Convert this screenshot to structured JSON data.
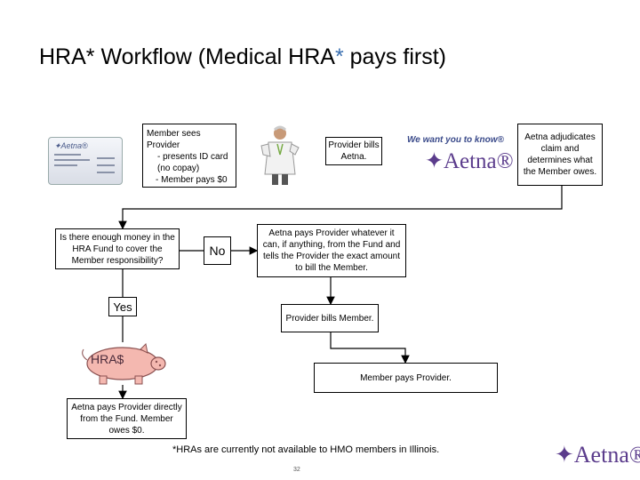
{
  "title": {
    "main": "HRA* Workflow (Medical HRA",
    "star": "*",
    "suffix": " pays first)"
  },
  "steps": {
    "member_sees": {
      "line1": "Member sees",
      "line2": "Provider",
      "line3": "- presents ID card",
      "line4": "(no copay)",
      "line5": "- Member pays $0"
    },
    "provider_bills_aetna": "Provider bills Aetna.",
    "aetna_adjudicates": "Aetna adjudicates claim and determines what the Member owes.",
    "question": "Is there enough money in the HRA Fund to cover the Member responsibility?",
    "no": "No",
    "aetna_pays_whatever": "Aetna pays Provider whatever it can, if anything, from the Fund and tells the Provider the exact amount to bill the Member.",
    "yes": "Yes",
    "provider_bills_member": "Provider bills Member.",
    "member_pays": "Member pays Provider.",
    "aetna_pays_fund": "Aetna pays Provider directly from the Fund. Member owes $0."
  },
  "pig_label": "HRA$",
  "slogan": "We want you to know®",
  "logo_text": "✦Aetna®",
  "footnote": "*HRAs are currently not available to HMO members in Illinois.",
  "page_number": "32",
  "icons": {
    "card": "aetna-id-card-icon",
    "doctor": "doctor-icon",
    "pig": "piggy-bank-icon"
  },
  "colors": {
    "logo": "#5b3c8c",
    "title_star": "#3a6fb0",
    "connectors": "#000000"
  }
}
